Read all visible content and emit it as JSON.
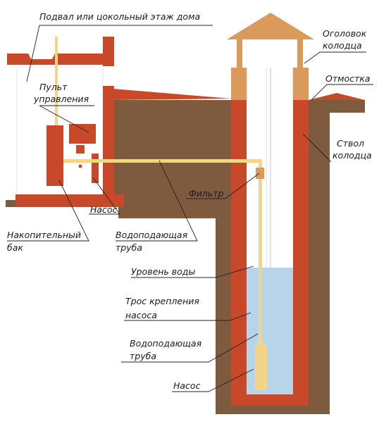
{
  "labels": {
    "basement": "Подвал или цокольный этаж дома",
    "control_panel": [
      "Пульт",
      "управления"
    ],
    "cap": [
      "Оголовок",
      "колодца"
    ],
    "blind_area": "Отмостка",
    "well_shaft": [
      "Ствол",
      "колодца"
    ],
    "filter": "Фильтр",
    "pump_house": "Насос",
    "storage_tank": [
      "Накопительный",
      "бак"
    ],
    "supply_pipe_top": [
      "Водоподающая",
      "труба"
    ],
    "water_level": "Уровень воды",
    "cable": [
      "Трос крепления",
      "насоса"
    ],
    "supply_pipe_well": [
      "Водоподающая",
      "труба"
    ],
    "pump_well": "Насос"
  },
  "colors": {
    "soil": "#7e5a3e",
    "brick": "#c8492a",
    "brick_dark": "#a8381f",
    "cap_wood": "#d99a5c",
    "pipe": "#f2d589",
    "water": "#b8d4ea",
    "leader": "#222222"
  }
}
